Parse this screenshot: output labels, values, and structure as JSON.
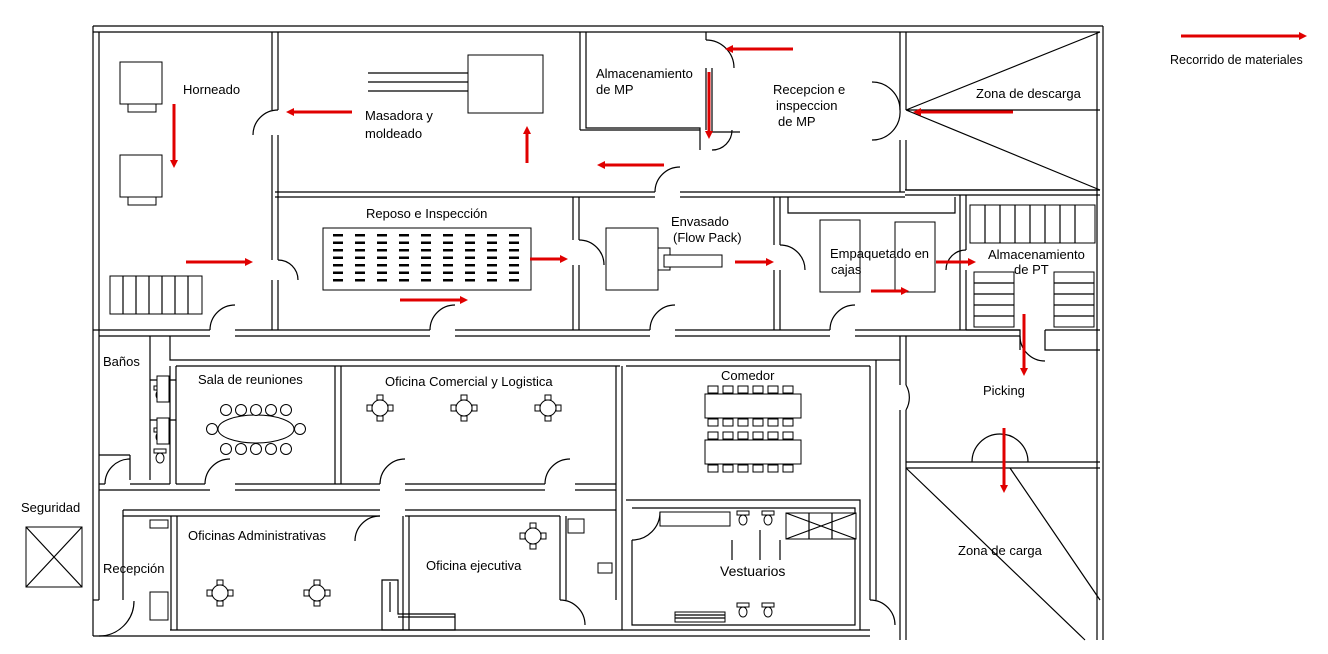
{
  "legend": {
    "label": "Recorrido de materiales",
    "arrow_color": "#e00000"
  },
  "rooms": {
    "horneado": "Horneado",
    "masadora_line1": "Masadora y",
    "masadora_line2": "moldeado",
    "alm_mp_line1": "Almacenamiento",
    "alm_mp_line2": "de MP",
    "recepcion_line1": "Recepcion e",
    "recepcion_line2": "inspeccion",
    "recepcion_line3": "de MP",
    "zona_descarga": "Zona de descarga",
    "reposo": "Reposo e Inspección",
    "envasado_line1": "Envasado",
    "envasado_line2": "(Flow Pack)",
    "empaquetado_line1": "Empaquetado en",
    "empaquetado_line2": "cajas",
    "alm_pt_line1": "Almacenamiento",
    "alm_pt_line2": "de PT",
    "picking": "Picking",
    "zona_carga": "Zona de carga",
    "banos": "Baños",
    "sala_reuniones": "Sala de reuniones",
    "oficina_comercial": "Oficina Comercial y Logistica",
    "comedor": "Comedor",
    "vestuarios": "Vestuarios",
    "seguridad": "Seguridad",
    "recepcion_office": "Recepción",
    "oficinas_admin": "Oficinas Administrativas",
    "oficina_ejecutiva": "Oficina ejecutiva"
  }
}
